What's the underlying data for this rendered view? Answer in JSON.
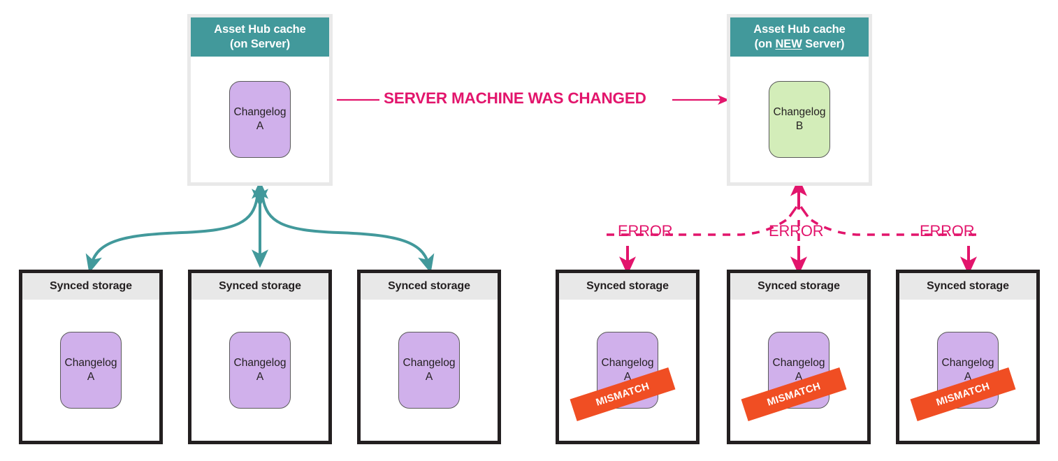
{
  "colors": {
    "teal": "#42999b",
    "pink": "#e2156c",
    "orange": "#f04e23",
    "purple_chip": "#d0b0eb",
    "green_chip": "#d3edb9",
    "box_border_dark": "#231f20",
    "box_border_light": "#e9e9e9",
    "storage_header_bg": "#e8e8e8"
  },
  "cache_boxes": [
    {
      "id": "old-server",
      "title_line1": "Asset Hub cache",
      "title_line2_prefix": "(on ",
      "title_line2_emphasis": "",
      "title_line2_suffix": "Server)",
      "chip": {
        "name": "Changelog",
        "version": "A",
        "color": "purple"
      }
    },
    {
      "id": "new-server",
      "title_line1": "Asset Hub cache",
      "title_line2_prefix": "(on ",
      "title_line2_emphasis": "NEW",
      "title_line2_suffix": " Server)",
      "chip": {
        "name": "Changelog",
        "version": "B",
        "color": "green"
      }
    }
  ],
  "storage_boxes": [
    {
      "id": "storage-left-1",
      "title": "Synced storage",
      "chip": {
        "name": "Changelog",
        "version": "A"
      },
      "mismatch": false,
      "stamp_label": ""
    },
    {
      "id": "storage-left-2",
      "title": "Synced storage",
      "chip": {
        "name": "Changelog",
        "version": "A"
      },
      "mismatch": false,
      "stamp_label": ""
    },
    {
      "id": "storage-left-3",
      "title": "Synced storage",
      "chip": {
        "name": "Changelog",
        "version": "A"
      },
      "mismatch": false,
      "stamp_label": ""
    },
    {
      "id": "storage-right-1",
      "title": "Synced storage",
      "chip": {
        "name": "Changelog",
        "version": "A"
      },
      "mismatch": true,
      "stamp_label": "MISMATCH"
    },
    {
      "id": "storage-right-2",
      "title": "Synced storage",
      "chip": {
        "name": "Changelog",
        "version": "A"
      },
      "mismatch": true,
      "stamp_label": "MISMATCH"
    },
    {
      "id": "storage-right-3",
      "title": "Synced storage",
      "chip": {
        "name": "Changelog",
        "version": "A"
      },
      "mismatch": true,
      "stamp_label": "MISMATCH"
    }
  ],
  "connectors": {
    "server_changed_label": "SERVER MACHINE WAS CHANGED",
    "error_labels": [
      "ERROR",
      "ERROR",
      "ERROR"
    ]
  }
}
